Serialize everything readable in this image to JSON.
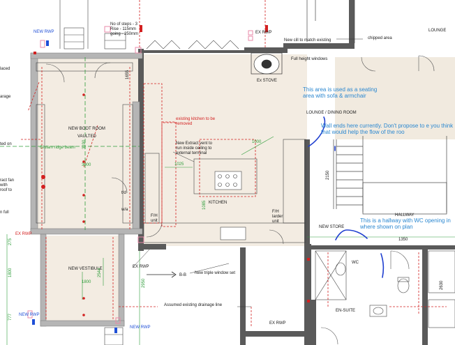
{
  "labels": {
    "lounge": "LOUNGE",
    "chipped_area": "chipped area",
    "new_rwp_top": "NEW RWP",
    "ex_rwp_top": "EX RWP",
    "new_cill": "New cill to match existing",
    "full_height_windows": "Full height windows",
    "ex_stove": "Ex STOVE",
    "steps_note": "No of steps - 3\nRise - 115mm\ngoing - 250mm",
    "existing_kitchen": "existing kitchen to be\nremoved",
    "extract_vent": "New Extract vent to\nrun inside ceiling to\nexternal terminal",
    "kitchen": "KITCHEN",
    "new_boot_room": "NEW BOOT ROOM",
    "vaulted": "VAULTED",
    "glulam": "Glulam ridge beam",
    "lounge_dining": "LOUNGE / DINING ROOM",
    "hallway": "HALLWAY",
    "new_store": "NEW STORE",
    "wc": "WC",
    "en_suite": "EN-SUITE",
    "new_vestibule": "NEW VESTIBULE",
    "ex_rwp_left": "EX RWP",
    "ex_rwp_mid": "EX RWP",
    "ex_rwp_bottom": "EX RWP",
    "new_rwp_bottom_left": "NEW RWP",
    "new_rwp_bottom_mid": "NEW RWP",
    "new_triple_window": "New triple window set",
    "bb": "B-B",
    "drainage": "Assumed existing drainage line",
    "fh_unit_left": "F/H\nunit",
    "fh_larder": "F/H\nlarder\nunit",
    "td": "t/d",
    "wa": "w/a",
    "left_laced": "laced",
    "left_garage": "arage",
    "left_ted_on": "ted on",
    "left_extract_fan": "ract fan\nwith\nroof to",
    "left_n_full": "n full"
  },
  "dims": {
    "d1000": "1000",
    "d1025": "1025",
    "d2150": "2150",
    "d1350": "1350",
    "d3190": "3190",
    "d3000": "3000",
    "d1085": "1085",
    "d1800": "1800",
    "d2544": "2544",
    "d2950": "2950",
    "d275": "275",
    "d777": "777",
    "d1800b": "1800",
    "d2630": "2630",
    "d1655": "1655"
  },
  "notes": {
    "seating": "This area is used as a seating area with sofa & armchair",
    "wall_ends": "Wall ends here currently. Don't propose to e you think that would help the flow of the roo",
    "hallway_wc": "This is a hallway with WC opening in where shown on plan"
  },
  "colors": {
    "wall": "#8a8a8a",
    "wall_dark": "#3a3a3a",
    "floor": "#f3ece2",
    "red": "#d32020",
    "blue": "#1f4fd6",
    "green": "#2e9d3a",
    "note": "#2a87d0",
    "pink": "#e98aa8"
  }
}
